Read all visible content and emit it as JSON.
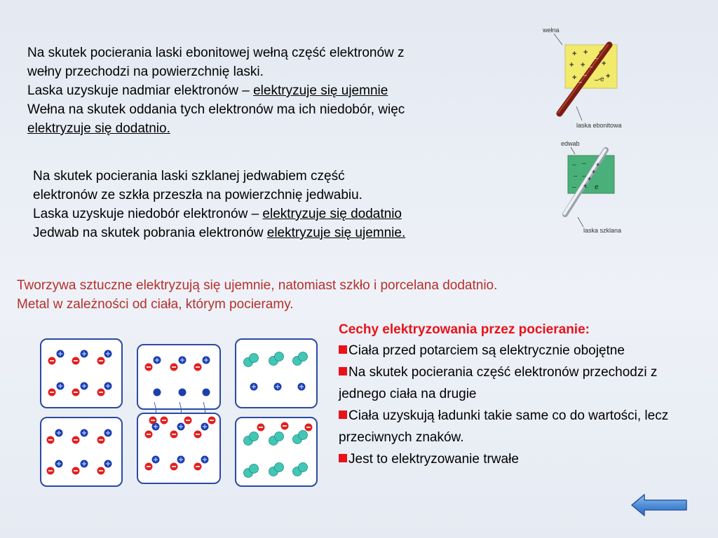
{
  "paragraph1": {
    "line1": "Na skutek pocierania laski ebonitowej wełną część elektronów z",
    "line2": "wełny przechodzi na powierzchnię laski.",
    "line3_prefix": "Laska uzyskuje nadmiar elektronów – ",
    "line3_underlined": "elektryzuje się ujemnie",
    "line4": "Wełna na skutek oddania tych elektronów ma ich niedobór, więc",
    "line5_underlined": "elektryzuje  się dodatnio."
  },
  "paragraph2": {
    "line1": "Na skutek pocierania laski szklanej jedwabiem część",
    "line2": "elektronów ze szkła przeszła na powierzchnię jedwabiu.",
    "line3_prefix": "Laska uzyskuje niedobór elektronów – ",
    "line3_underlined": "elektryzuje się dodatnio",
    "line4_prefix": "Jedwab na skutek pobrania elektronów ",
    "line4_underlined": "elektryzuje  się ujemnie."
  },
  "paragraph3": {
    "line1": "Tworzywa sztuczne elektryzują się ujemnie, natomiast szkło i porcelana dodatnio.",
    "line2": "Metal w zależności od ciała, którym pocieramy."
  },
  "features": {
    "heading": "Cechy elektryzowania przez pocieranie:",
    "items": [
      "Ciała przed potarciem są elektrycznie obojętne",
      "Na skutek pocierania część elektronów przechodzi z jednego ciała na drugie",
      "Ciała uzyskują ładunki takie same co do wartości, lecz przeciwnych znaków.",
      "Jest to elektryzowanie trwałe"
    ]
  },
  "illustration_wool": {
    "label_top": "wełna",
    "label_bottom": "laska ebonitowa",
    "electron_label": "e"
  },
  "illustration_silk": {
    "label_top": "edwab",
    "label_bottom": "laska szklana",
    "electron_label": "e"
  },
  "colors": {
    "negative": "#e02020",
    "positive": "#1c3fae",
    "box_border": "#3050a8",
    "heading_red": "#e8121b",
    "subtitle_red": "#b5302c"
  }
}
